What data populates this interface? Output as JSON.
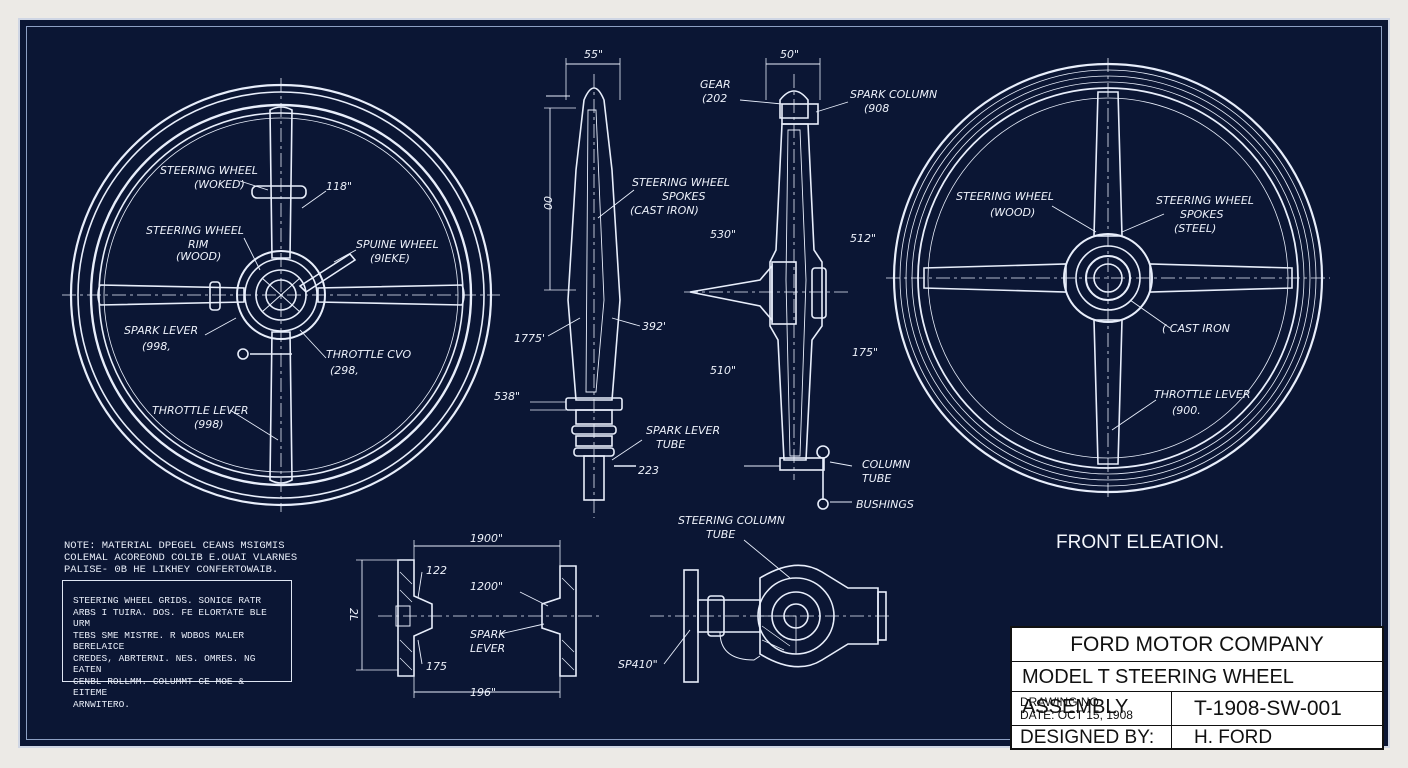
{
  "labels": {
    "w1_wheel": "STEERING WHEEL",
    "w1_wheel_sub": "(WOKED)",
    "w1_rim": "STEERING WHEEL",
    "w1_rim_2": "RIM",
    "w1_rim_3": "(WOOD)",
    "w1_spwheel": "SPUINE WHEEL",
    "w1_spwheel_sub": "(9IEKE)",
    "w1_dim": "118\"",
    "w1_spark": "SPARK LEVER",
    "w1_spark_sub": "(998,",
    "w1_thr2": "THROTTLE CVO",
    "w1_thr2_sub": "(298,",
    "w1_throttle": "THROTTLE LEVER",
    "w1_throttle_sub": "(998)",
    "s1_top": "55\"",
    "s1_spokes": "STEERING WHEEL",
    "s1_spokes_2": "SPOKES",
    "s1_spokes_3": "(CAST IRON)",
    "s1_vert": "00",
    "s1_1775": "1775'",
    "s1_392": "392'",
    "s1_538": "538\"",
    "s1_spark": "SPARK LEVER",
    "s1_tube": "TUBE",
    "s1_223": "223",
    "s2_top": "50\"",
    "s2_gear": "GEAR",
    "s2_gear_sub": "(202",
    "s2_col": "SPARK COLUMN",
    "s2_col_sub": "(908",
    "s2_530": "530\"",
    "s2_512": "512\"",
    "s2_510": "510\"",
    "s2_175": "175\"",
    "s2_column": "COLUMN",
    "s2_tube": "TUBE",
    "s2_bush": "BUSHINGS",
    "w2_wheel": "STEERING WHEEL",
    "w2_wheel_sub": "(WOOD)",
    "w2_spokes": "STEERING WHEEL",
    "w2_spokes_2": "SPOKES",
    "w2_spokes_3": "(STEEL)",
    "w2_cast": "( CAST IRON",
    "w2_thr": "THROTTLE LEVER",
    "w2_thr_sub": "(900.",
    "b1_top": "1900\"",
    "b1_122": "122",
    "b1_1200": "1200\"",
    "b1_spark": "SPARK",
    "b1_lever": "LEVER",
    "b1_175": "175",
    "b1_bottom": "196\"",
    "b1_left": "2L",
    "b2_col": "STEERING COLUMN",
    "b2_tube": "TUBE",
    "b2_sp": "SP410\""
  },
  "notes": {
    "line1": "NOTE: MATERIAL DPEGEL CEANS MSIGMIS",
    "line2": "COLEMAL ACOREOND COLIB E.OUAI VLARNES",
    "line3": "PALISE- 0B HE LIKHEY CONFERTOWAIB.",
    "box1": "STEERING WHEEL GRIDS. SONICE RATR",
    "box2": "ARBS I TUIRA. DOS. FE ELORTATE BLE URM",
    "box3": "TEBS SME MISTRE. R WDBOS MALER BERELAICE",
    "box4": "CREDES, ABRTERNI. NES. OMRES. NG EATEN",
    "box5": "CENBL ROLLMM. COLUMMT CE MOE & EITEME",
    "box6": "ARNWITERO."
  },
  "front_elevation": "FRONT ELEATION.",
  "title_block": {
    "company": "FORD MOTOR COMPANY",
    "model": "MODEL T STEERING WHEEL ASSEMBLY",
    "drawing_no_label": "DRAWING NO:",
    "date_label": "DATE: OCT 15, 1908",
    "drawing_no": "T-1908-SW-001",
    "designed_label": "DESIGNED BY:",
    "designer": "H. FORD"
  }
}
